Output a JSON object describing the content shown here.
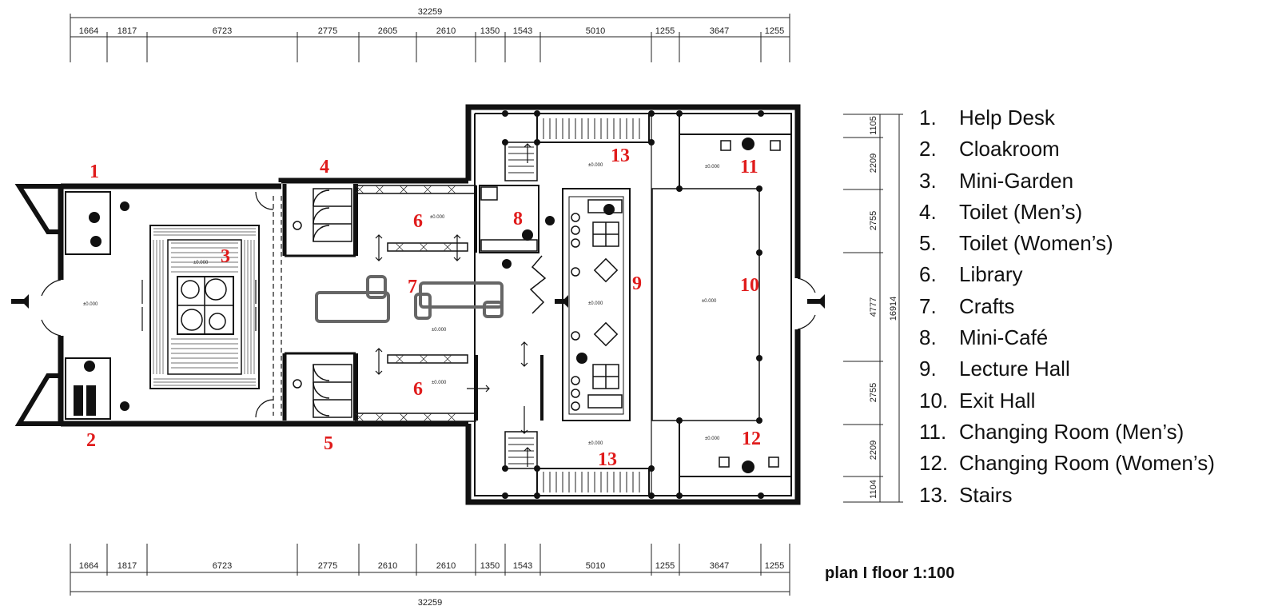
{
  "dimensions": {
    "total": "32259",
    "segments": [
      "1664",
      "1817",
      "6723",
      "2775",
      "2605",
      "2610",
      "1350",
      "1543",
      "5010",
      "1255",
      "3647",
      "1255"
    ],
    "bottom_segments": [
      "1664",
      "1817",
      "6723",
      "2775",
      "2610",
      "2610",
      "1350",
      "1543",
      "5010",
      "1255",
      "3647",
      "1255"
    ],
    "right_total": "16914",
    "right_segments": [
      "1105",
      "2209",
      "2755",
      "4777",
      "2755",
      "2209",
      "1104"
    ]
  },
  "plan_labels": [
    "1",
    "2",
    "3",
    "4",
    "5",
    "6",
    "6",
    "7",
    "8",
    "9",
    "10",
    "11",
    "12",
    "13",
    "13"
  ],
  "legend": [
    {
      "num": "1.",
      "label": "Help Desk"
    },
    {
      "num": "2.",
      "label": "Cloakroom"
    },
    {
      "num": "3.",
      "label": "Mini-Garden"
    },
    {
      "num": "4.",
      "label": "Toilet (Men’s)"
    },
    {
      "num": "5.",
      "label": "Toilet (Women’s)"
    },
    {
      "num": "6.",
      "label": "Library"
    },
    {
      "num": "7.",
      "label": "Crafts"
    },
    {
      "num": "8.",
      "label": "Mini-Café"
    },
    {
      "num": "9.",
      "label": "Lecture Hall"
    },
    {
      "num": "10.",
      "label": "Exit Hall"
    },
    {
      "num": "11.",
      "label": "Changing Room (Men’s)"
    },
    {
      "num": "12.",
      "label": "Changing Room (Women’s)"
    },
    {
      "num": "13.",
      "label": "Stairs"
    }
  ],
  "scale_label": "plan I floor  1:100",
  "level_mark": "±0.000",
  "colors": {
    "label_red": "#e01c1c",
    "wall": "#111111"
  }
}
